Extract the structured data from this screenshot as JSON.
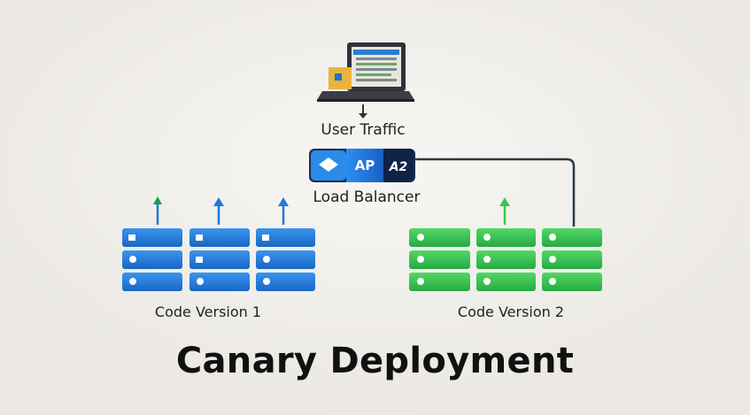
{
  "diagram": {
    "title": "Canary Deployment",
    "user_traffic_label": "User Traffic",
    "load_balancer": {
      "label": "Load Balancer",
      "badge_primary": "AP",
      "badge_secondary": "A2"
    },
    "version1_label": "Code Version 1",
    "version2_label": "Code Version 2"
  },
  "colors": {
    "blue": "#1f7ad6",
    "green": "#39c552",
    "connector": "#2b3a44"
  },
  "icons": [
    "laptop-icon",
    "server-rack-icon",
    "load-balancer-icon",
    "arrow-up-icon",
    "arrow-down-icon"
  ]
}
